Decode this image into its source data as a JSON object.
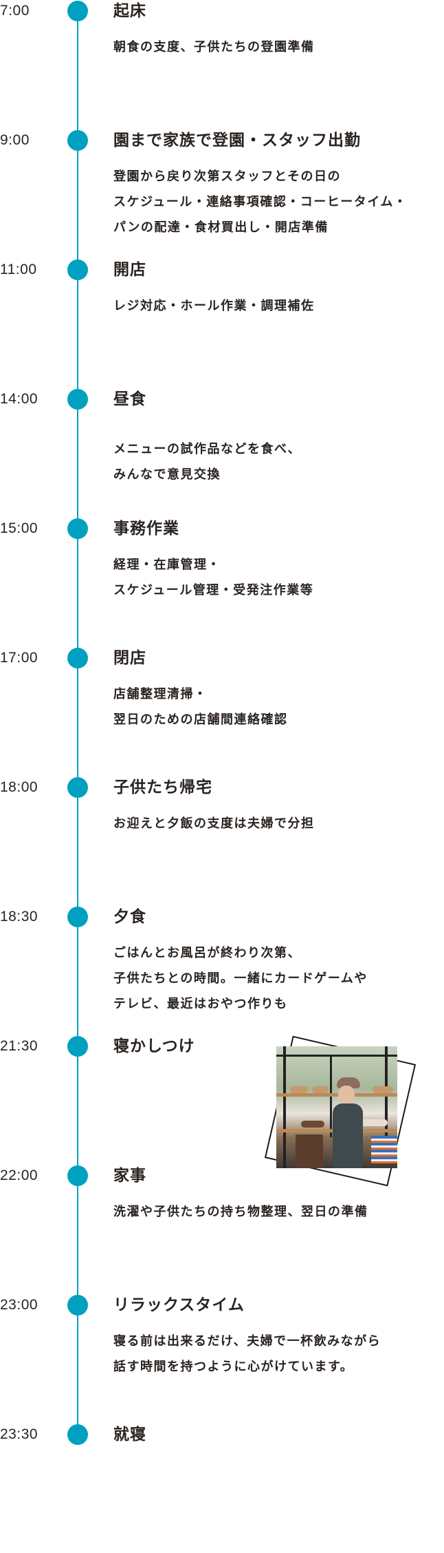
{
  "accent_color": "#00a0c0",
  "text_color": "#2a2320",
  "schedule": [
    {
      "time": "7:00",
      "title": "起床",
      "body": [
        "朝食の支度、子供たちの登園準備"
      ]
    },
    {
      "time": "9:00",
      "title": "園まで家族で登園・スタッフ出勤",
      "body": [
        "登園から戻り次第スタッフとその日の",
        "スケジュール・連絡事項確認・コーヒータイム・",
        "パンの配達・食材買出し・開店準備"
      ]
    },
    {
      "time": "11:00",
      "title": "開店",
      "body": [
        "レジ対応・ホール作業・調理補佐"
      ]
    },
    {
      "time": "14:00",
      "title": "昼食",
      "body": [
        "",
        "メニューの試作品などを食べ、",
        "みんなで意見交換"
      ]
    },
    {
      "time": "15:00",
      "title": "事務作業",
      "body": [
        "経理・在庫管理・",
        "スケジュール管理・受発注作業等"
      ]
    },
    {
      "time": "17:00",
      "title": "閉店",
      "body": [
        "店舗整理清掃・",
        "翌日のための店舗間連絡確認"
      ]
    },
    {
      "time": "18:00",
      "title": "子供たち帰宅",
      "body": [
        "お迎えと夕飯の支度は夫婦で分担"
      ]
    },
    {
      "time": "18:30",
      "title": "夕食",
      "body": [
        "ごはんとお風呂が終わり次第、",
        "子供たちとの時間。一緒にカードゲームや",
        "テレビ、最近はおやつ作りも"
      ]
    },
    {
      "time": "21:30",
      "title": "寝かしつけ",
      "body": []
    },
    {
      "time": "22:00",
      "title": "家事",
      "body": [
        "洗濯や子供たちの持ち物整理、翌日の準備"
      ]
    },
    {
      "time": "23:00",
      "title": "リラックスタイム",
      "body": [
        "寝る前は出来るだけ、夫婦で一杯飲みながら",
        "話す時間を持つように心がけています。"
      ]
    },
    {
      "time": "23:30",
      "title": "就寝",
      "body": []
    }
  ],
  "photo": {
    "description": "Woman in a knit cap standing in a bakery shop with bread on shelves"
  }
}
